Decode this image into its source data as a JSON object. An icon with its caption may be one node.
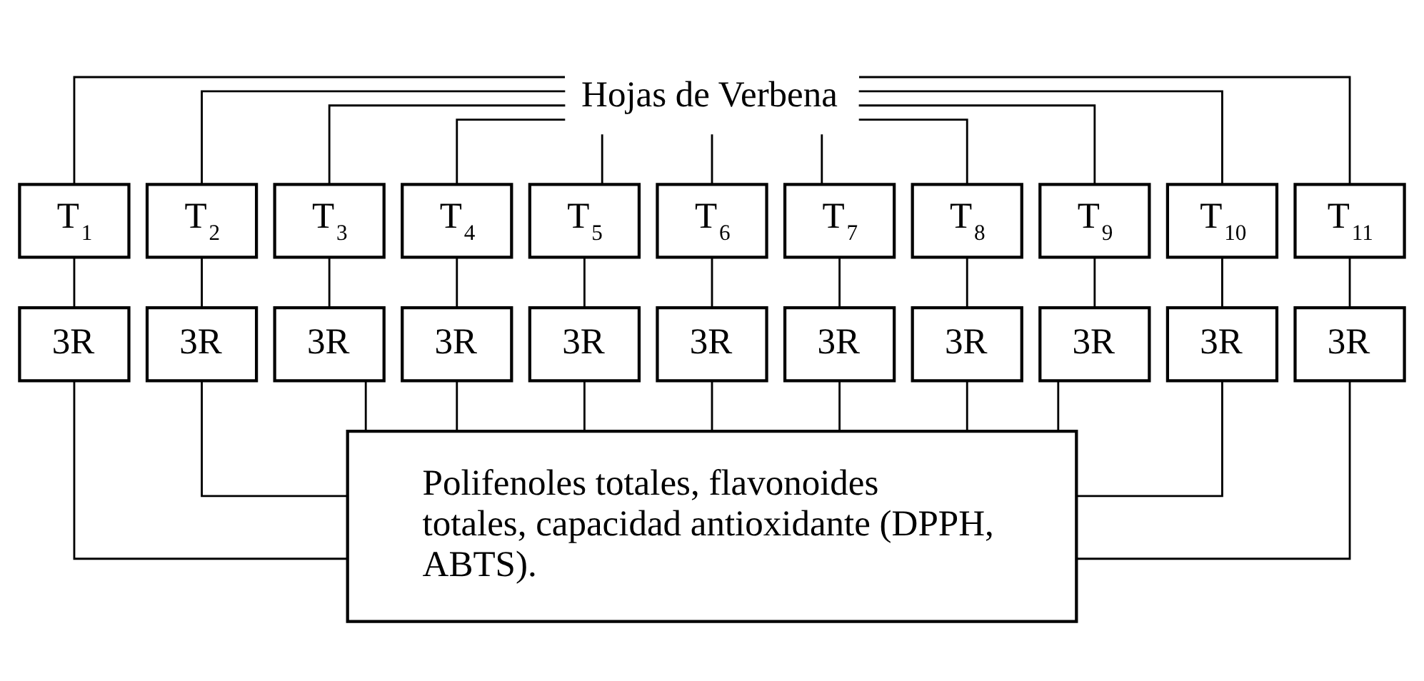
{
  "diagram": {
    "nodes": [
      {
        "text": [
          "Hojas de Verbena"
        ]
      },
      {
        "text": [
          "T$_{1}$"
        ]
      },
      {
        "text": [
          "T$_{2}$"
        ]
      },
      {
        "text": [
          "T$_{3}$"
        ]
      },
      {
        "text": [
          "T$_{4}$"
        ]
      },
      {
        "text": [
          "T$_{5}$"
        ]
      },
      {
        "text": [
          "T$_{6}$"
        ]
      },
      {
        "text": [
          "T$_{7}$"
        ]
      },
      {
        "text": [
          "T$_{8}$"
        ]
      },
      {
        "text": [
          "T$_{9}$"
        ]
      },
      {
        "text": [
          "T$_{10}$"
        ]
      },
      {
        "text": [
          "T$_{11}$"
        ]
      },
      {
        "text": [
          "3R"
        ]
      },
      {
        "text": [
          "3R"
        ]
      },
      {
        "text": [
          "3R"
        ]
      },
      {
        "text": [
          "3R"
        ]
      },
      {
        "text": [
          "3R"
        ]
      },
      {
        "text": [
          "3R"
        ]
      },
      {
        "text": [
          "3R"
        ]
      },
      {
        "text": [
          "3R"
        ]
      },
      {
        "text": [
          "3R"
        ]
      },
      {
        "text": [
          "3R"
        ]
      },
      {
        "text": [
          "3R"
        ]
      },
      {
        "text": [
          "Polifenoles totales, flavonoides totales, capacidad antioxidante (DPPH, ABTS)."
        ]
      }
    ],
    "edges": [
      {
        "from": 0,
        "to": 1,
        "arrow": "none"
      },
      {
        "from": 0,
        "to": 2,
        "arrow": "none"
      },
      {
        "from": 0,
        "to": 3,
        "arrow": "none"
      },
      {
        "from": 0,
        "to": 4,
        "arrow": "none"
      },
      {
        "from": 0,
        "to": 5,
        "arrow": "none"
      },
      {
        "from": 0,
        "to": 6,
        "arrow": "none"
      },
      {
        "from": 0,
        "to": 7,
        "arrow": "none"
      },
      {
        "from": 0,
        "to": 8,
        "arrow": "none"
      },
      {
        "from": 0,
        "to": 9,
        "arrow": "none"
      },
      {
        "from": 0,
        "to": 10,
        "arrow": "none"
      },
      {
        "from": 0,
        "to": 11,
        "arrow": "none"
      },
      {
        "from": 1,
        "to": 12,
        "arrow": "none"
      },
      {
        "from": 2,
        "to": 13,
        "arrow": "none"
      },
      {
        "from": 3,
        "to": 14,
        "arrow": "none"
      },
      {
        "from": 4,
        "to": 15,
        "arrow": "none"
      },
      {
        "from": 5,
        "to": 16,
        "arrow": "none"
      },
      {
        "from": 6,
        "to": 17,
        "arrow": "none"
      },
      {
        "from": 7,
        "to": 18,
        "arrow": "none"
      },
      {
        "from": 8,
        "to": 19,
        "arrow": "none"
      },
      {
        "from": 9,
        "to": 20,
        "arrow": "none"
      },
      {
        "from": 10,
        "to": 21,
        "arrow": "none"
      },
      {
        "from": 11,
        "to": 22,
        "arrow": "none"
      },
      {
        "from": 12,
        "to": 23,
        "arrow": "none"
      },
      {
        "from": 13,
        "to": 23,
        "arrow": "none"
      },
      {
        "from": 14,
        "to": 23,
        "arrow": "none"
      },
      {
        "from": 15,
        "to": 23,
        "arrow": "none"
      },
      {
        "from": 16,
        "to": 23,
        "arrow": "none"
      },
      {
        "from": 17,
        "to": 23,
        "arrow": "none"
      },
      {
        "from": 18,
        "to": 23,
        "arrow": "none"
      },
      {
        "from": 19,
        "to": 23,
        "arrow": "none"
      },
      {
        "from": 20,
        "to": 23,
        "arrow": "none"
      },
      {
        "from": 21,
        "to": 23,
        "arrow": "none"
      },
      {
        "from": 22,
        "to": 23,
        "arrow": "none"
      }
    ]
  }
}
